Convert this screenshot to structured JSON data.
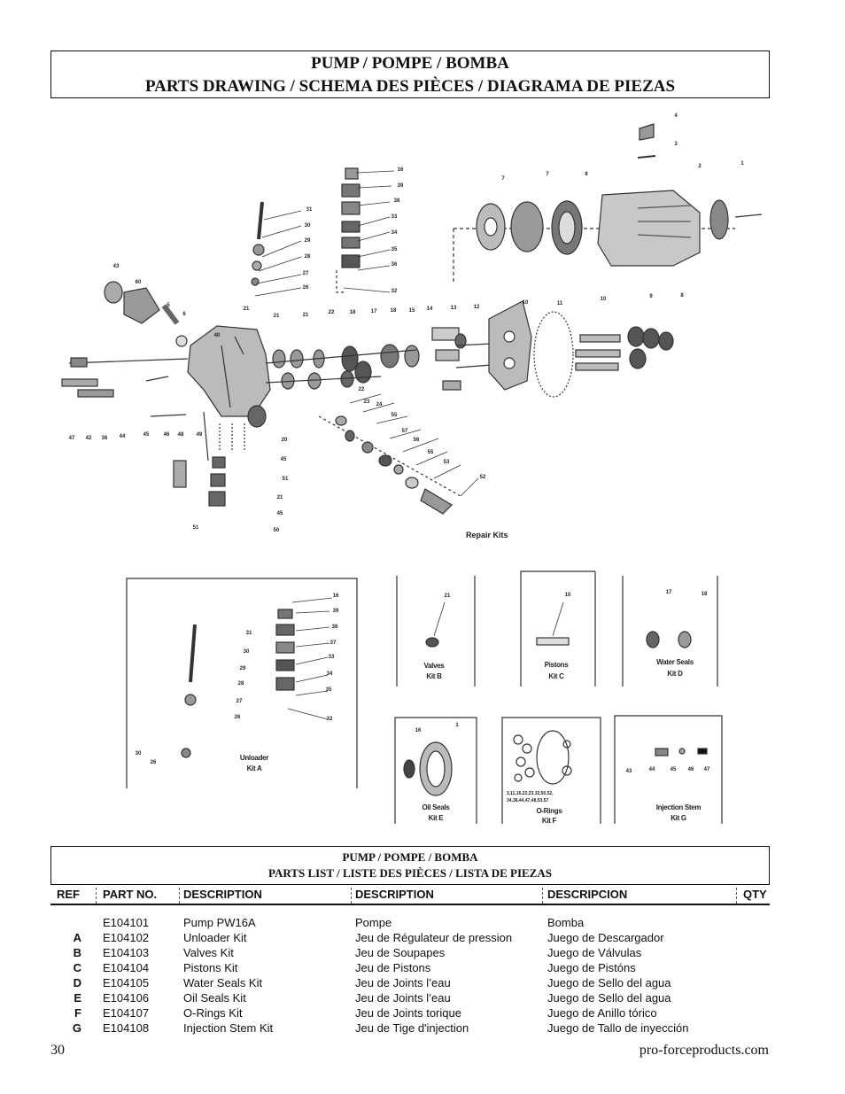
{
  "header": {
    "line1": "PUMP / POMPE / BOMBA",
    "line2": "PARTS DRAWING / SCHEMA DES PIÈCES / DIAGRAMA DE PIEZAS"
  },
  "drawing": {
    "repair_kits_label": "Repair Kits",
    "kits": {
      "a_line1": "Unloader",
      "a_line2": "Kit A",
      "b_line1": "Valves",
      "b_line2": "Kit B",
      "c_line1": "Pistons",
      "c_line2": "Kit C",
      "d_line1": "Water Seals",
      "d_line2": "Kit D",
      "e_line1": "Oil Seals",
      "e_line2": "Kit E",
      "f_line1": "O-Rings",
      "f_line2": "Kit F",
      "f_parts1": "3,11,16,22,23,32,50,52,",
      "f_parts2": "34,38,44,47,48,53,57",
      "g_line1": "Injection Stem",
      "g_line2": "Kit G"
    }
  },
  "parts_list": {
    "title1": "PUMP / POMPE / BOMBA",
    "title2": "PARTS LIST / LISTE DES PIÈCES / LISTA DE PIEZAS",
    "columns": [
      "REF",
      "PART NO.",
      "DESCRIPTION",
      "DESCRIPTION",
      "DESCRIPCION",
      "QTY"
    ],
    "rows": [
      {
        "ref": "",
        "part": "E104101",
        "en": "Pump PW16A",
        "fr": "Pompe",
        "es": "Bomba",
        "qty": ""
      },
      {
        "ref": "A",
        "part": "E104102",
        "en": "Unloader Kit",
        "fr": "Jeu de Régulateur de pression",
        "es": "Juego de Descargador",
        "qty": ""
      },
      {
        "ref": "B",
        "part": "E104103",
        "en": "Valves Kit",
        "fr": "Jeu de Soupapes",
        "es": "Juego de Válvulas",
        "qty": ""
      },
      {
        "ref": "C",
        "part": "E104104",
        "en": "Pistons Kit",
        "fr": "Jeu de Pistons",
        "es": "Juego de Pistóns",
        "qty": ""
      },
      {
        "ref": "D",
        "part": "E104105",
        "en": "Water Seals Kit",
        "fr": "Jeu de Joints l’eau",
        "es": "Juego de Sello del agua",
        "qty": ""
      },
      {
        "ref": "E",
        "part": "E104106",
        "en": "Oil Seals Kit",
        "fr": "Jeu de Joints l’eau",
        "es": "Juego de Sello del agua",
        "qty": ""
      },
      {
        "ref": "F",
        "part": "E104107",
        "en": "O-Rings Kit",
        "fr": "Jeu de Joints torique",
        "es": "Juego de Anillo tórico",
        "qty": ""
      },
      {
        "ref": "G",
        "part": "E104108",
        "en": "Injection Stem Kit",
        "fr": "Jeu de Tige d'injection",
        "es": "Juego de Tallo de inyección",
        "qty": ""
      }
    ]
  },
  "footer": {
    "page_number": "30",
    "website": "pro-forceproducts.com"
  }
}
